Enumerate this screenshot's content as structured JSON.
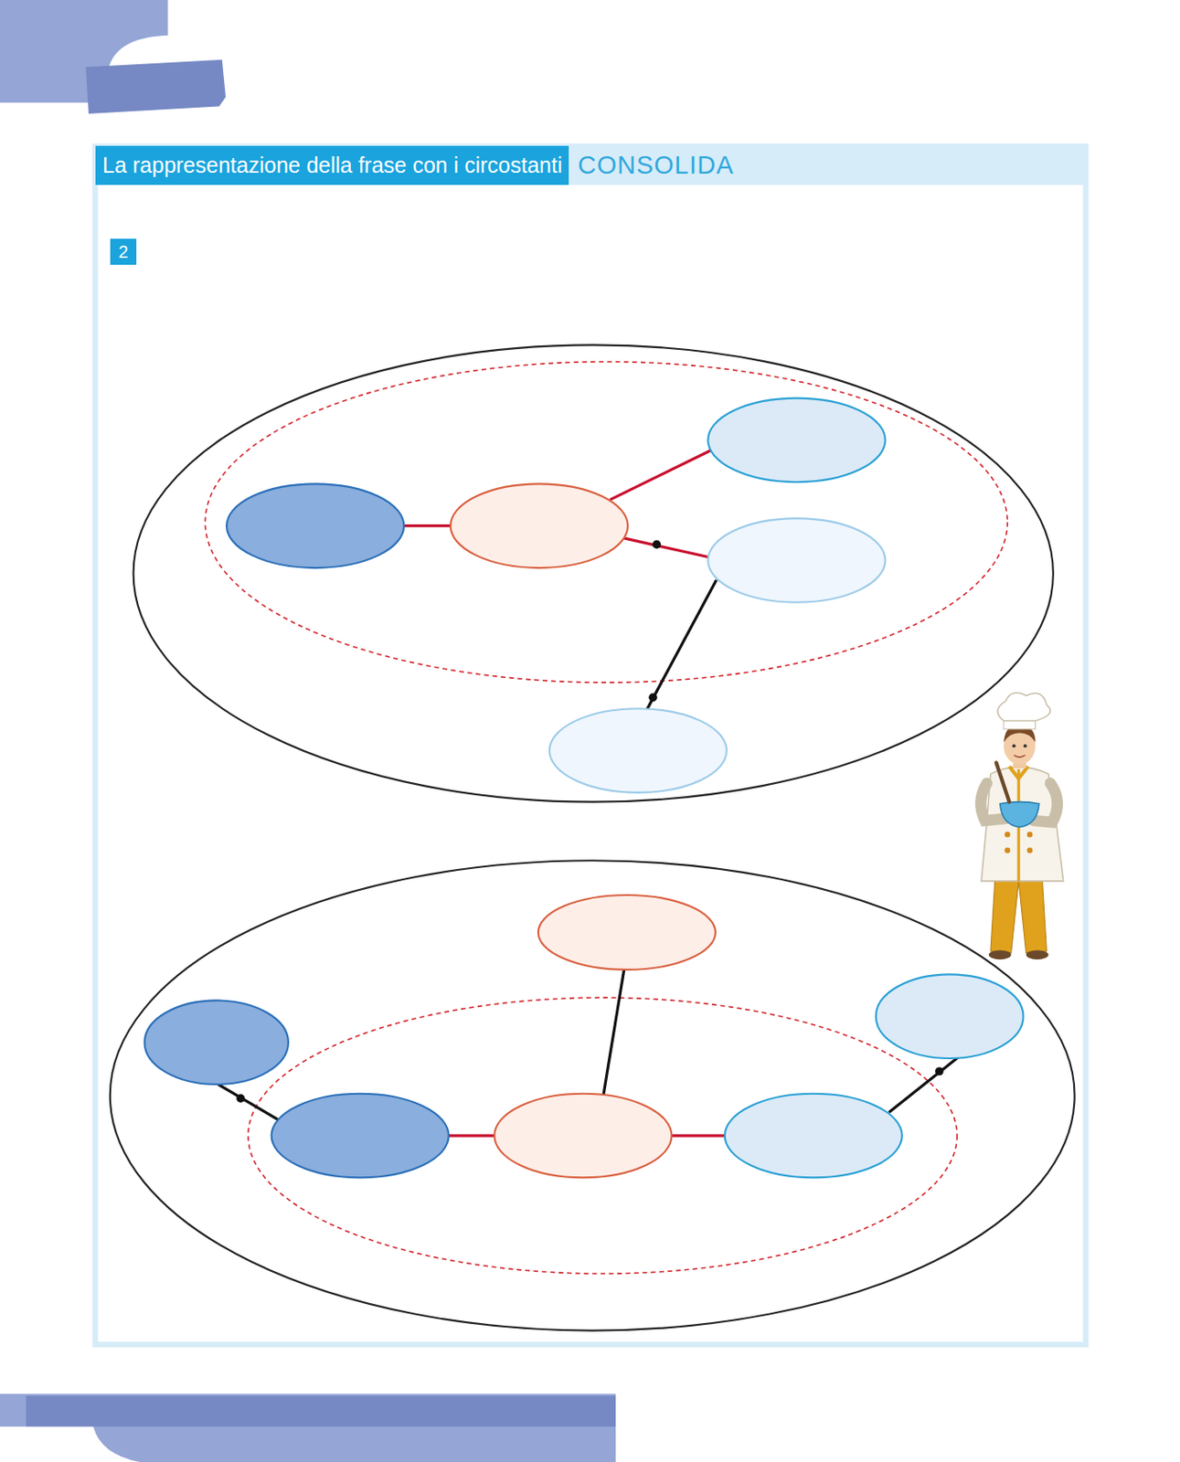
{
  "diagram": {
    "title": "La rappresentazione della frase con i circostanti",
    "labels": [
      "CONSOLIDA",
      "2"
    ]
  }
}
